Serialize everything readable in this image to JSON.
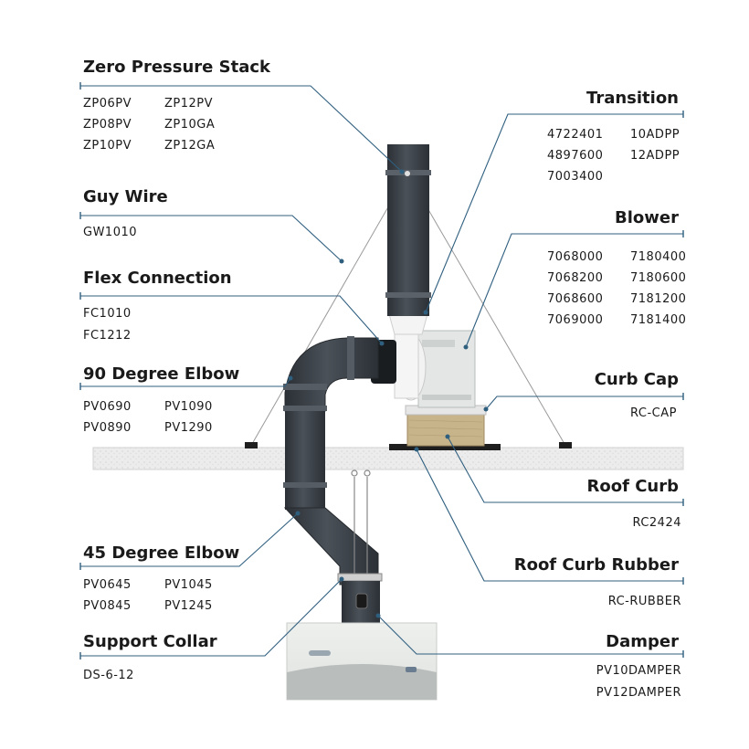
{
  "colors": {
    "leader": "#2f5f7f",
    "pipe": "#3d434a",
    "pipe_dark": "#2a2f35",
    "roof": "#ececec",
    "curb_wood": "#c7b48a"
  },
  "parts": {
    "zero_pressure_stack": {
      "title": "Zero Pressure Stack",
      "codes": [
        "ZP06PV",
        "ZP12PV",
        "ZP08PV",
        "ZP10GA",
        "ZP10PV",
        "ZP12GA"
      ]
    },
    "guy_wire": {
      "title": "Guy Wire",
      "codes": [
        "GW1010"
      ]
    },
    "flex_connection": {
      "title": "Flex Connection",
      "codes": [
        "FC1010",
        "FC1212"
      ]
    },
    "elbow_90": {
      "title": "90 Degree Elbow",
      "codes": [
        "PV0690",
        "PV1090",
        "PV0890",
        "PV1290"
      ]
    },
    "elbow_45": {
      "title": "45 Degree Elbow",
      "codes": [
        "PV0645",
        "PV1045",
        "PV0845",
        "PV1245"
      ]
    },
    "support_collar": {
      "title": "Support Collar",
      "codes": [
        "DS-6-12"
      ]
    },
    "transition": {
      "title": "Transition",
      "codes": [
        "4722401",
        "10ADPP",
        "4897600",
        "12ADPP",
        "7003400"
      ]
    },
    "blower": {
      "title": "Blower",
      "codes": [
        "7068000",
        "7180400",
        "7068200",
        "7180600",
        "7068600",
        "7181200",
        "7069000",
        "7181400"
      ]
    },
    "curb_cap": {
      "title": "Curb Cap",
      "codes": [
        "RC-CAP"
      ]
    },
    "roof_curb": {
      "title": "Roof Curb",
      "codes": [
        "RC2424"
      ]
    },
    "roof_curb_rubber": {
      "title": "Roof Curb Rubber",
      "codes": [
        "RC-RUBBER"
      ]
    },
    "damper": {
      "title": "Damper",
      "codes": [
        "PV10DAMPER",
        "PV12DAMPER"
      ]
    }
  }
}
